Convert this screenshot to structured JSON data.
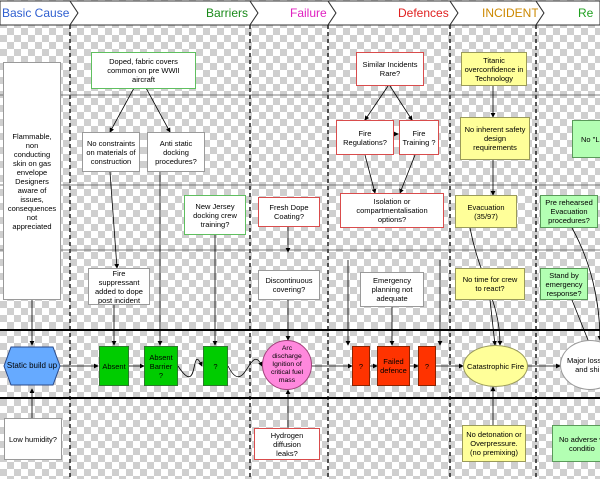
{
  "colors": {
    "basic_causes": "#2f5fd0",
    "barriers": "#1a8a1a",
    "failure": "#e020c0",
    "defences": "#e02020",
    "incident": "#cc8800",
    "recovery": "#20a020",
    "static_hex": "#66aaff"
  },
  "headers": [
    {
      "id": "basic-causes",
      "label": "Basic Causes"
    },
    {
      "id": "barriers",
      "label": "Barriers"
    },
    {
      "id": "failure",
      "label": "Failure"
    },
    {
      "id": "defences",
      "label": "Defences"
    },
    {
      "id": "incident",
      "label": "INCIDENT"
    },
    {
      "id": "recovery",
      "label": "Re"
    }
  ],
  "nodes": {
    "flammable": "Flammable,\nnon\nconducting\nskin on gas\nenvelope\nDesigners\naware of\nissues,\nconsequences\nnot\nappreciated",
    "static_buildup": "Static\nbuild up",
    "low_humidity": "Low humidity?",
    "doped_fabric": "Doped, fabric covers\ncommon on pre WWII\naircraft",
    "no_constraints": "No constraints\non materials of\nconstruction",
    "anti_static": "Anti static\ndocking\nprocedures?",
    "new_jersey": "New Jersey\ndocking crew\ntraining?",
    "fire_suppressant": "Fire\nsuppressant\nadded to dope\npost incident",
    "absent_1": "Absent",
    "absent_barrier": "Absent\nBarrier\n?",
    "q_green": "?",
    "fresh_dope": "Fresh Dope\nCoating?",
    "discontinuous": "Discontinuous\ncovering?",
    "arc_discharge": "Arc\ndischarge\nIgnition of\ncritical fuel\nmass",
    "hydrogen": "Hydrogen diffusion\nleaks?",
    "similar_incidents": "Similar Incidents\nRare?",
    "fire_regulations": "Fire\nRegulations?",
    "fire_training": "Fire\nTraining ?",
    "isolation": "Isolation or\ncompartmentalisation\noptions?",
    "emergency": "Emergency\nplanning not\nadequate",
    "q_red_1": "?",
    "failed_defence": "Failed\ndefence",
    "q_red_2": "?",
    "titanic": "Titanic\noverconfidence in\nTechnology",
    "no_inherent": "No inherent safety\ndesign\nrequirements",
    "evacuation": "Evacuation\n(35/97)",
    "no_time": "No time for crew\nto react?",
    "catastrophic": "Catastrophic Fire",
    "no_detonation": "No detonation or\nOverpressure.\n(no premixing)",
    "no_li": "No \"Li",
    "pre_rehearsed": "Pre rehearsed\nEvacuation\nprocedures?",
    "stand_by": "Stand by\nemergency\nresponse?",
    "major_loss": "Major loss o\nand shi",
    "no_adverse": "No adverse w\nconditio"
  }
}
